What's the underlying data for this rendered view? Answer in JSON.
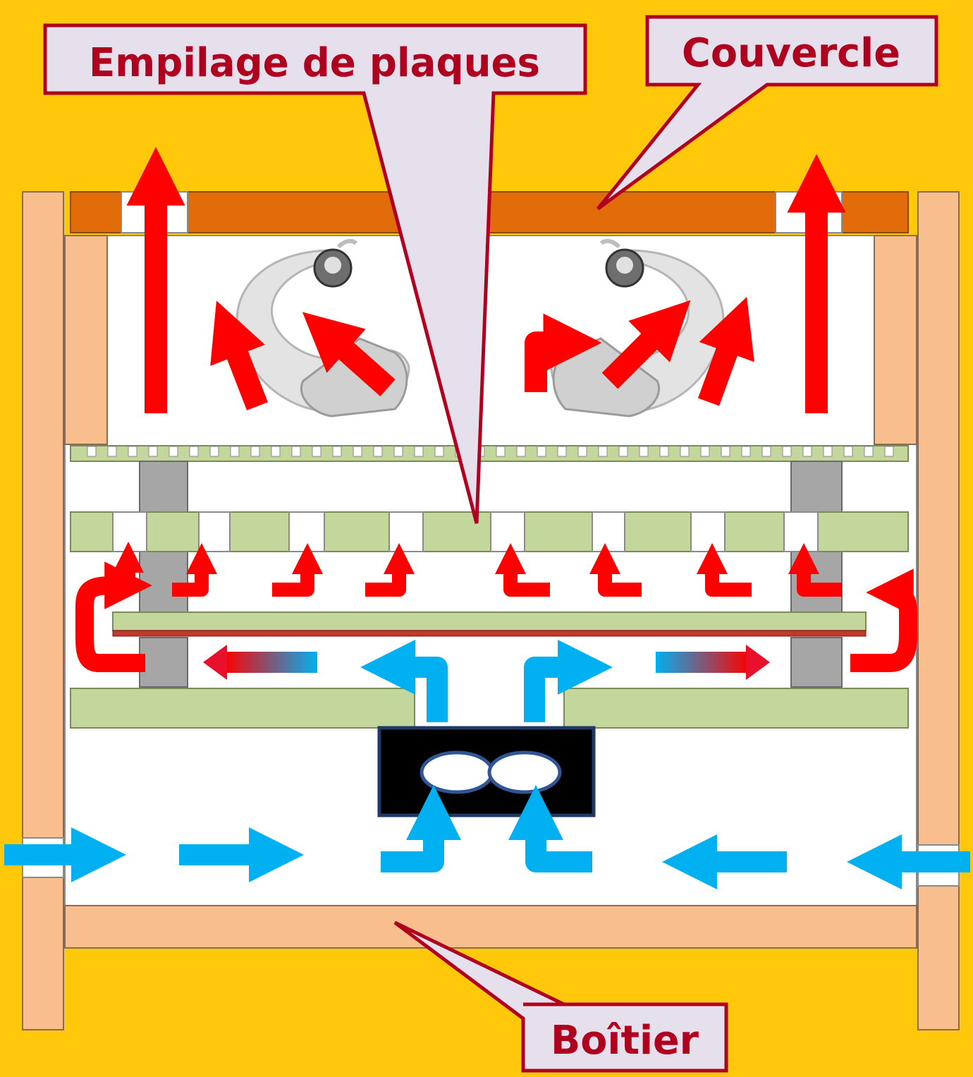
{
  "labels": {
    "stack": "Empilage de plaques",
    "lid": "Couvercle",
    "case": "Boîtier"
  },
  "colors": {
    "background": "#FFC80A",
    "walls": "#F8BE8E",
    "lid": "#E36C0A",
    "plates": "#C3D69B",
    "spacers": "#A6A6A6",
    "hot_air": "#FF0000",
    "cold_air": "#00B0F0",
    "callout_fill": "#E6E0EC",
    "callout_border": "#B00020",
    "fan_box": "#000000",
    "fan_border": "#1F3864"
  },
  "icons": {
    "hearing_aid": "hearing-aid-icon",
    "fan": "fan-icon"
  }
}
